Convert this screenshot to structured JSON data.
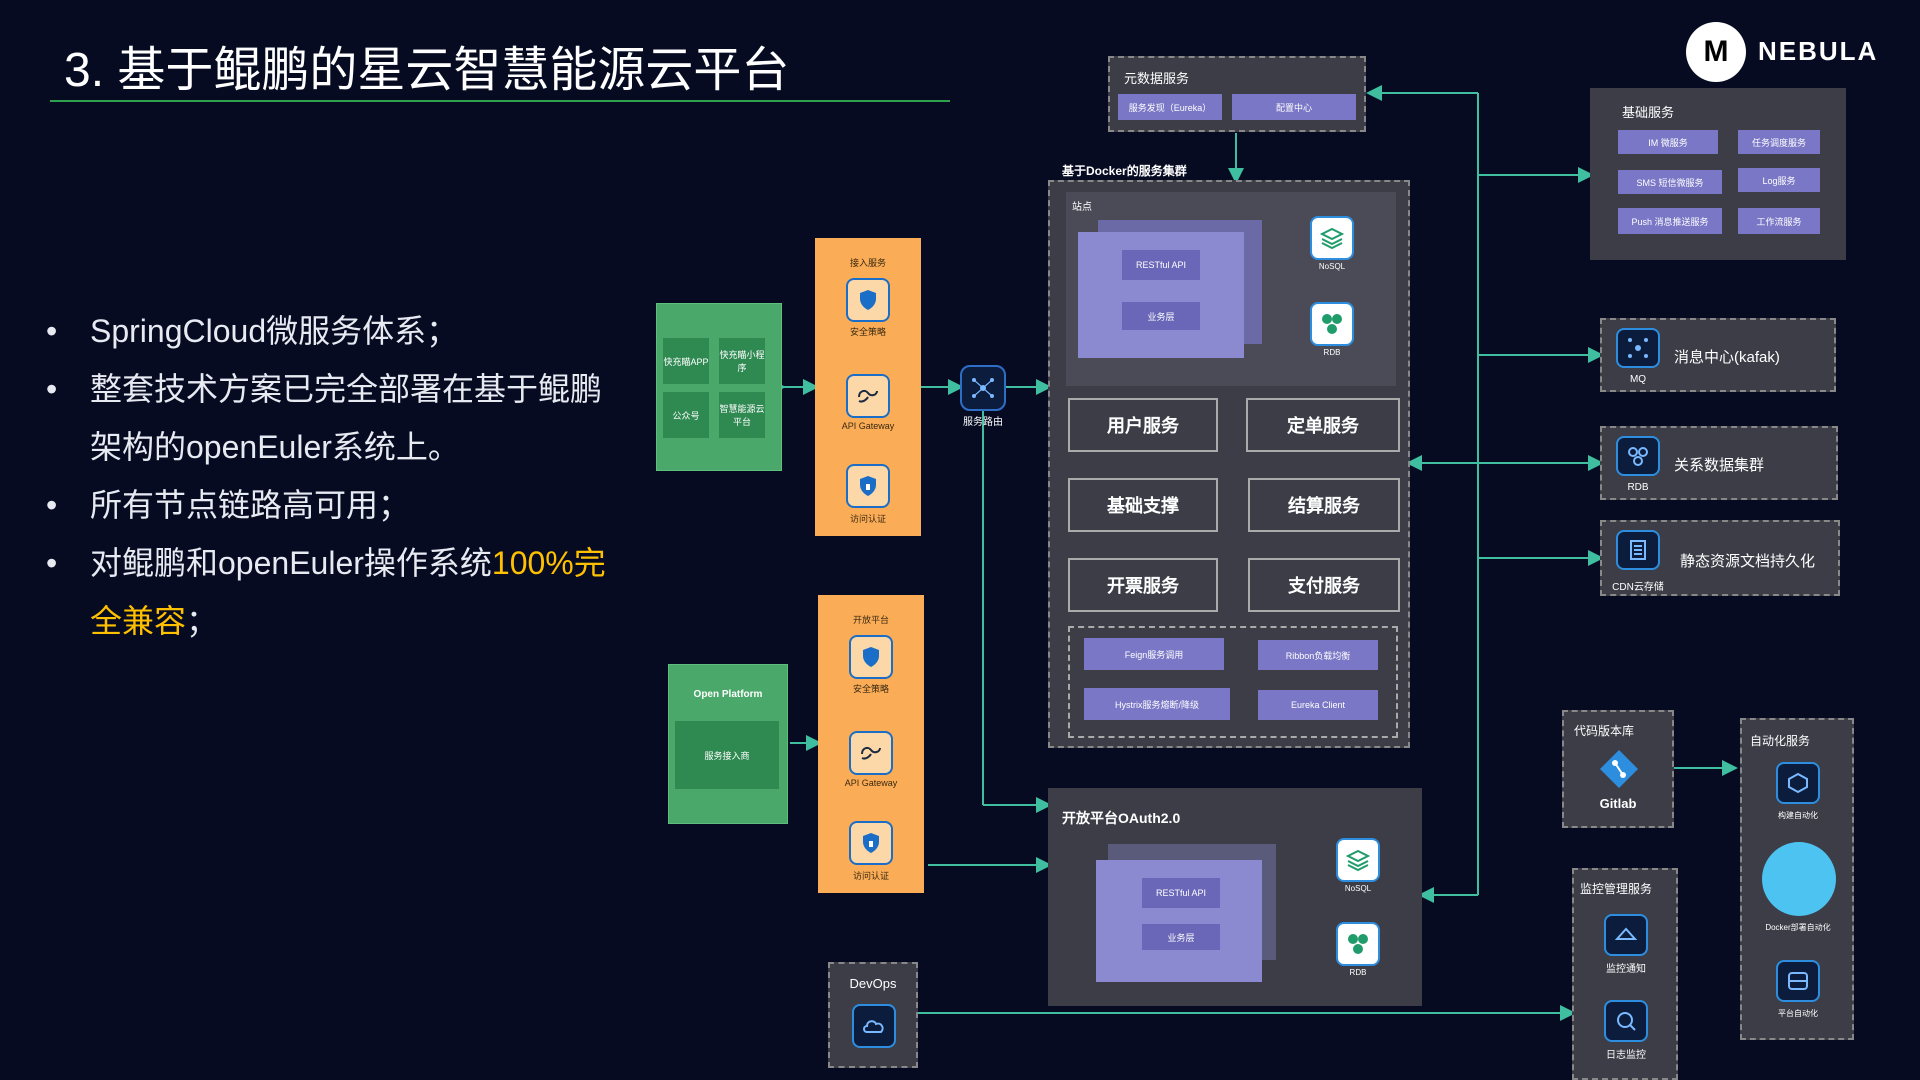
{
  "title": "3. 基于鲲鹏的星云智慧能源云平台",
  "logo": {
    "mark": "M",
    "name": "NEBULA"
  },
  "bullets": [
    {
      "text": "SpringCloud微服务体系；"
    },
    {
      "text": "整套技术方案已完全部署在基于鲲鹏架构的openEuler系统上。"
    },
    {
      "text": "所有节点链路高可用；"
    },
    {
      "pre": "对鲲鹏和openEuler操作系统",
      "highlight": "100%完全兼容",
      "post": "；"
    }
  ],
  "clients": {
    "items": [
      "快充瞄APP",
      "快充瞄小程序",
      "公众号",
      "智慧能源云平台"
    ]
  },
  "access": {
    "title": "接入服务",
    "security": "安全策略",
    "gateway": "API Gateway",
    "auth": "访问认证"
  },
  "open_platform": {
    "title": "Open Platform",
    "item": "服务接入商"
  },
  "open_access": {
    "title": "开放平台",
    "security": "安全策略",
    "gateway": "API Gateway",
    "auth": "访问认证"
  },
  "router": {
    "label": "服务路由"
  },
  "devops": {
    "label": "DevOps"
  },
  "metadata": {
    "title": "元数据服务",
    "items": [
      "服务发现（Eureka）",
      "配置中心"
    ]
  },
  "cluster": {
    "title": "基于Docker的服务集群",
    "site": "站点",
    "restful": "RESTful API",
    "biz": "业务层",
    "nosql": "NoSQL",
    "rdb": "RDB",
    "services": [
      "用户服务",
      "定单服务",
      "基础支撑",
      "结算服务",
      "开票服务",
      "支付服务"
    ],
    "components": [
      "Feign服务调用",
      "Ribbon负载均衡",
      "Hystrix服务熔断/降级",
      "Eureka Client"
    ]
  },
  "oauth": {
    "title": "开放平台OAuth2.0",
    "restful": "RESTful API",
    "biz": "业务层",
    "nosql": "NoSQL",
    "rdb": "RDB"
  },
  "base_services": {
    "title": "基础服务",
    "items": [
      "IM 微服务",
      "任务调度服务",
      "SMS 短信微服务",
      "Log服务",
      "Push 消息推送服务",
      "工作流服务"
    ]
  },
  "mq": {
    "label": "消息中心(kafak)",
    "tag": "MQ"
  },
  "rdb_cluster": {
    "label": "关系数据集群",
    "tag": "RDB"
  },
  "cdn": {
    "label": "静态资源文档持久化",
    "tag": "CDN云存储"
  },
  "repo": {
    "title": "代码版本库",
    "label": "Gitlab"
  },
  "monitor": {
    "title": "监控管理服务",
    "items": [
      "监控通知",
      "日志监控"
    ]
  },
  "automation": {
    "title": "自动化服务",
    "items": [
      "构建自动化",
      "Docker部署自动化",
      "平台自动化"
    ]
  },
  "colors": {
    "background": "#060b22",
    "accent_line": "#2fa04c",
    "highlight": "#ffc000",
    "orange": "#fbac57",
    "green": "#4aa86a",
    "panel": "#3c3d47",
    "purple": "#7a77c6",
    "teal_line": "#3fbfa0"
  }
}
